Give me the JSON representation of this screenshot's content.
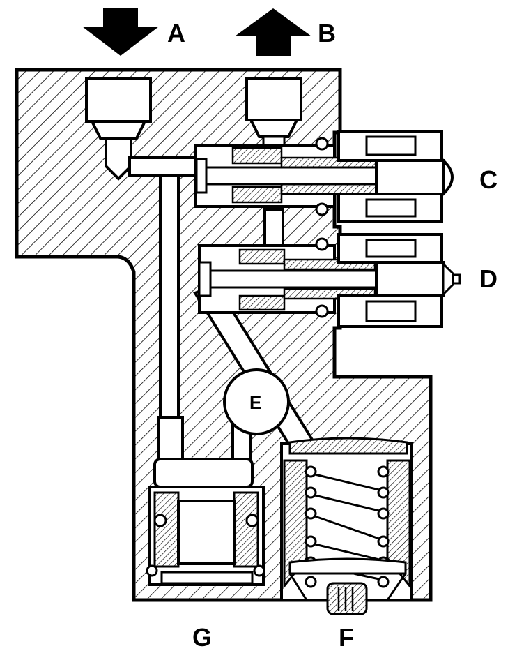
{
  "labels": {
    "a": "A",
    "b": "B",
    "c": "C",
    "d": "D",
    "e": "E",
    "f": "F",
    "g": "G"
  },
  "colors": {
    "stroke": "#000000",
    "fill": "#ffffff"
  }
}
